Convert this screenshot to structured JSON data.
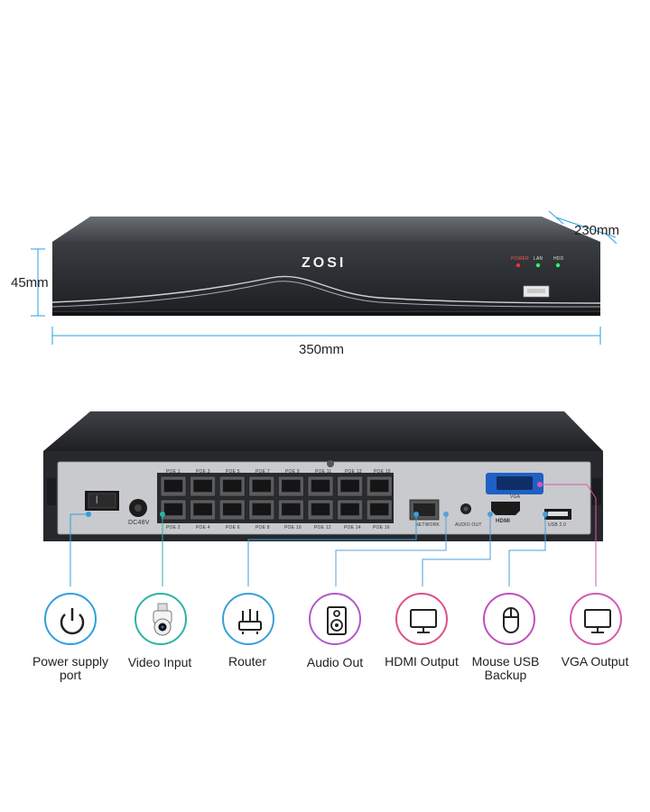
{
  "brand": "ZOSI",
  "front": {
    "indicators": [
      "POWER",
      "LAN",
      "HDD"
    ]
  },
  "dimensions": {
    "height": "45mm",
    "depth": "230mm",
    "width": "350mm"
  },
  "rear": {
    "power_label": "DC48V",
    "poe_top": [
      "POE 1",
      "POE 3",
      "POE 5",
      "POE 7",
      "POE 9",
      "POE 11",
      "POE 13",
      "POE 15"
    ],
    "poe_bottom": [
      "POE 2",
      "POE 4",
      "POE 6",
      "POE 8",
      "POE 10",
      "POE 12",
      "POE 14",
      "POE 16"
    ],
    "network_label": "NETWORK",
    "audio_label": "AUDIO OUT",
    "vga_label": "VGA",
    "usb_label": "USB 2.0"
  },
  "features": [
    {
      "label": "Power supply port",
      "icon": "power-icon",
      "color": "#2f9fe0"
    },
    {
      "label": "Video Input",
      "icon": "camera-icon",
      "color": "#2bb3a5"
    },
    {
      "label": "Router",
      "icon": "router-icon",
      "color": "#3aa0d8"
    },
    {
      "label": "Audio Out",
      "icon": "speaker-icon",
      "color": "#b05ac8"
    },
    {
      "label": "HDMI Output",
      "icon": "monitor-icon",
      "color": "#e04f8a"
    },
    {
      "label": "Mouse USB Backup",
      "icon": "mouse-icon",
      "color": "#c04fc0"
    },
    {
      "label": "VGA Output",
      "icon": "monitor-icon",
      "color": "#d45ab0"
    }
  ]
}
